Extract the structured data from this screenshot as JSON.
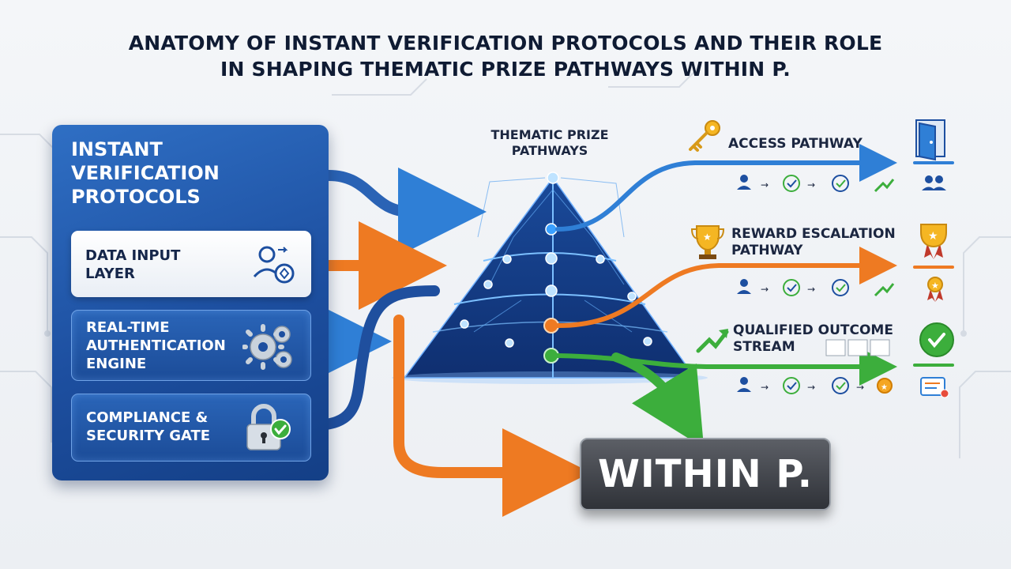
{
  "header": {
    "title_line1": "ANATOMY OF INSTANT VERIFICATION PROTOCOLS AND THEIR ROLE",
    "title_line2": "IN SHAPING THEMATIC PRIZE PATHWAYS WITHIN P."
  },
  "left_panel": {
    "title_lines": [
      "INSTANT",
      "VERIFICATION",
      "PROTOCOLS"
    ],
    "layers": [
      {
        "lines": [
          "DATA INPUT",
          "LAYER"
        ],
        "icon": "user-shield-icon"
      },
      {
        "lines": [
          "REAL-TIME",
          "AUTHENTICATION",
          "ENGINE"
        ],
        "icon": "gears-icon"
      },
      {
        "lines": [
          "COMPLIANCE &",
          "SECURITY GATE"
        ],
        "icon": "lock-check-icon"
      }
    ]
  },
  "pyramid": {
    "title_lines": [
      "THEMATIC PRIZE",
      "PATHWAYS"
    ]
  },
  "pathways": [
    {
      "lines": [
        "ACCESS PATHWAY"
      ],
      "color": "#2f7fd6",
      "icon": "key-icon",
      "end_icon": "door-icon"
    },
    {
      "lines": [
        "REWARD ESCALATION",
        "PATHWAY"
      ],
      "color": "#ee7a22",
      "icon": "trophy-icon",
      "end_icon": "medal-icon"
    },
    {
      "lines": [
        "QUALIFIED OUTCOME",
        "STREAM"
      ],
      "color": "#3cae3c",
      "icon": "trend-up-icon",
      "end_icon": "check-badge-icon"
    }
  ],
  "target": {
    "label": "WITHIN P."
  },
  "colors": {
    "blue": "#2f7fd6",
    "dark_blue": "#1d4fa0",
    "orange": "#ee7a22",
    "green": "#3cae3c",
    "title": "#0f1b33"
  }
}
